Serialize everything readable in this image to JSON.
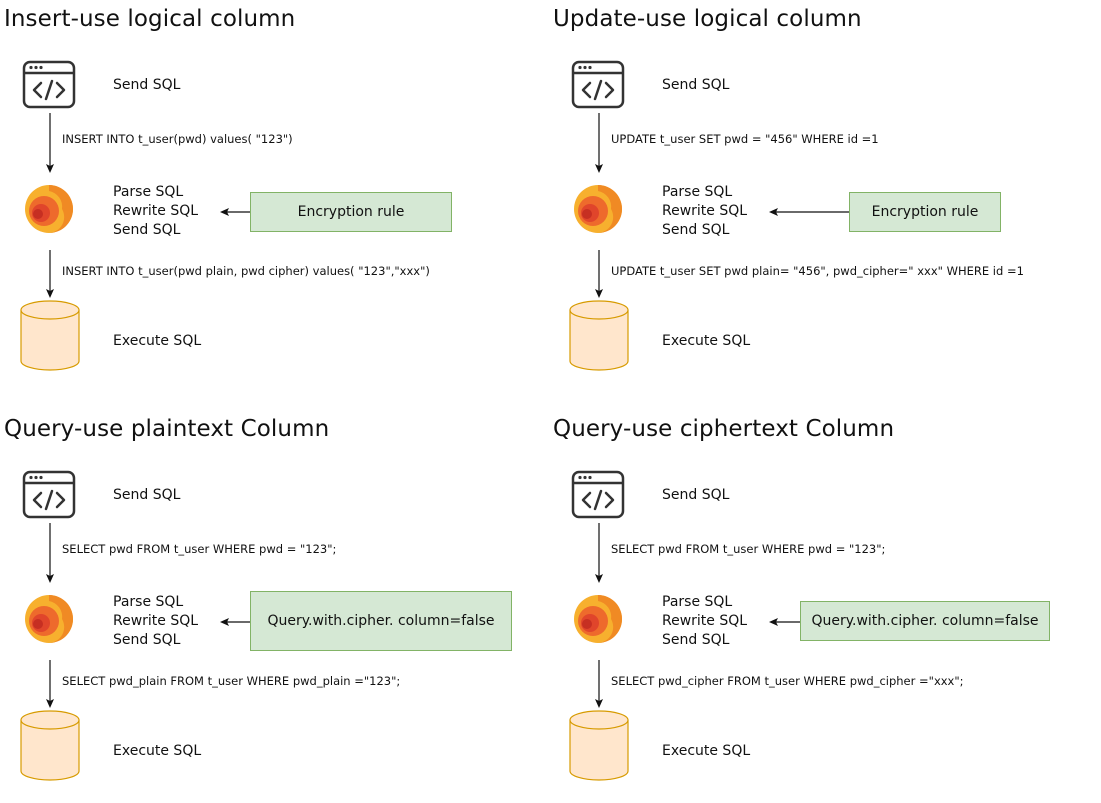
{
  "panels": [
    {
      "title": "Insert-use logical column",
      "send_label": "Send SQL",
      "sql_in": "INSERT INTO t_user(pwd) values( \"123\")",
      "proc": [
        "Parse SQL",
        "Rewrite SQL",
        "Send SQL"
      ],
      "rule": "Encryption rule",
      "sql_out": "INSERT INTO t_user(pwd plain, pwd cipher) values( \"123\",\"xxx\")",
      "exec_label": "Execute SQL"
    },
    {
      "title": "Update-use logical column",
      "send_label": "Send SQL",
      "sql_in": "UPDATE t_user SET pwd = \"456\" WHERE id =1",
      "proc": [
        "Parse SQL",
        "Rewrite SQL",
        "Send SQL"
      ],
      "rule": "Encryption rule",
      "sql_out": "UPDATE t_user SET pwd plain= \"456\", pwd_cipher=\" xxx\" WHERE id =1",
      "exec_label": "Execute SQL"
    },
    {
      "title": "Query-use plaintext Column",
      "send_label": "Send SQL",
      "sql_in": "SELECT pwd FROM t_user WHERE pwd = \"123\";",
      "proc": [
        "Parse SQL",
        "Rewrite SQL",
        "Send SQL"
      ],
      "rule": "Query.with.cipher. column=false",
      "sql_out": "SELECT pwd_plain FROM t_user WHERE pwd_plain =\"123\";",
      "exec_label": "Execute SQL"
    },
    {
      "title": "Query-use ciphertext Column",
      "send_label": "Send SQL",
      "sql_in": "SELECT pwd FROM t_user WHERE pwd = \"123\";",
      "proc": [
        "Parse SQL",
        "Rewrite SQL",
        "Send SQL"
      ],
      "rule": "Query.with.cipher. column=false",
      "sql_out": "SELECT pwd_cipher FROM t_user WHERE pwd_cipher =\"xxx\";",
      "exec_label": "Execute SQL"
    }
  ],
  "icons": {
    "client": "code-window-icon",
    "proxy": "shardingsphere-logo-icon",
    "database": "database-icon"
  },
  "colors": {
    "rule_fill": "#d5e8d4",
    "rule_border": "#82b366",
    "db_fill": "#ffe6cc",
    "db_border": "#d79b00",
    "logo_orange": "#f08a24",
    "logo_red": "#e0452b"
  }
}
